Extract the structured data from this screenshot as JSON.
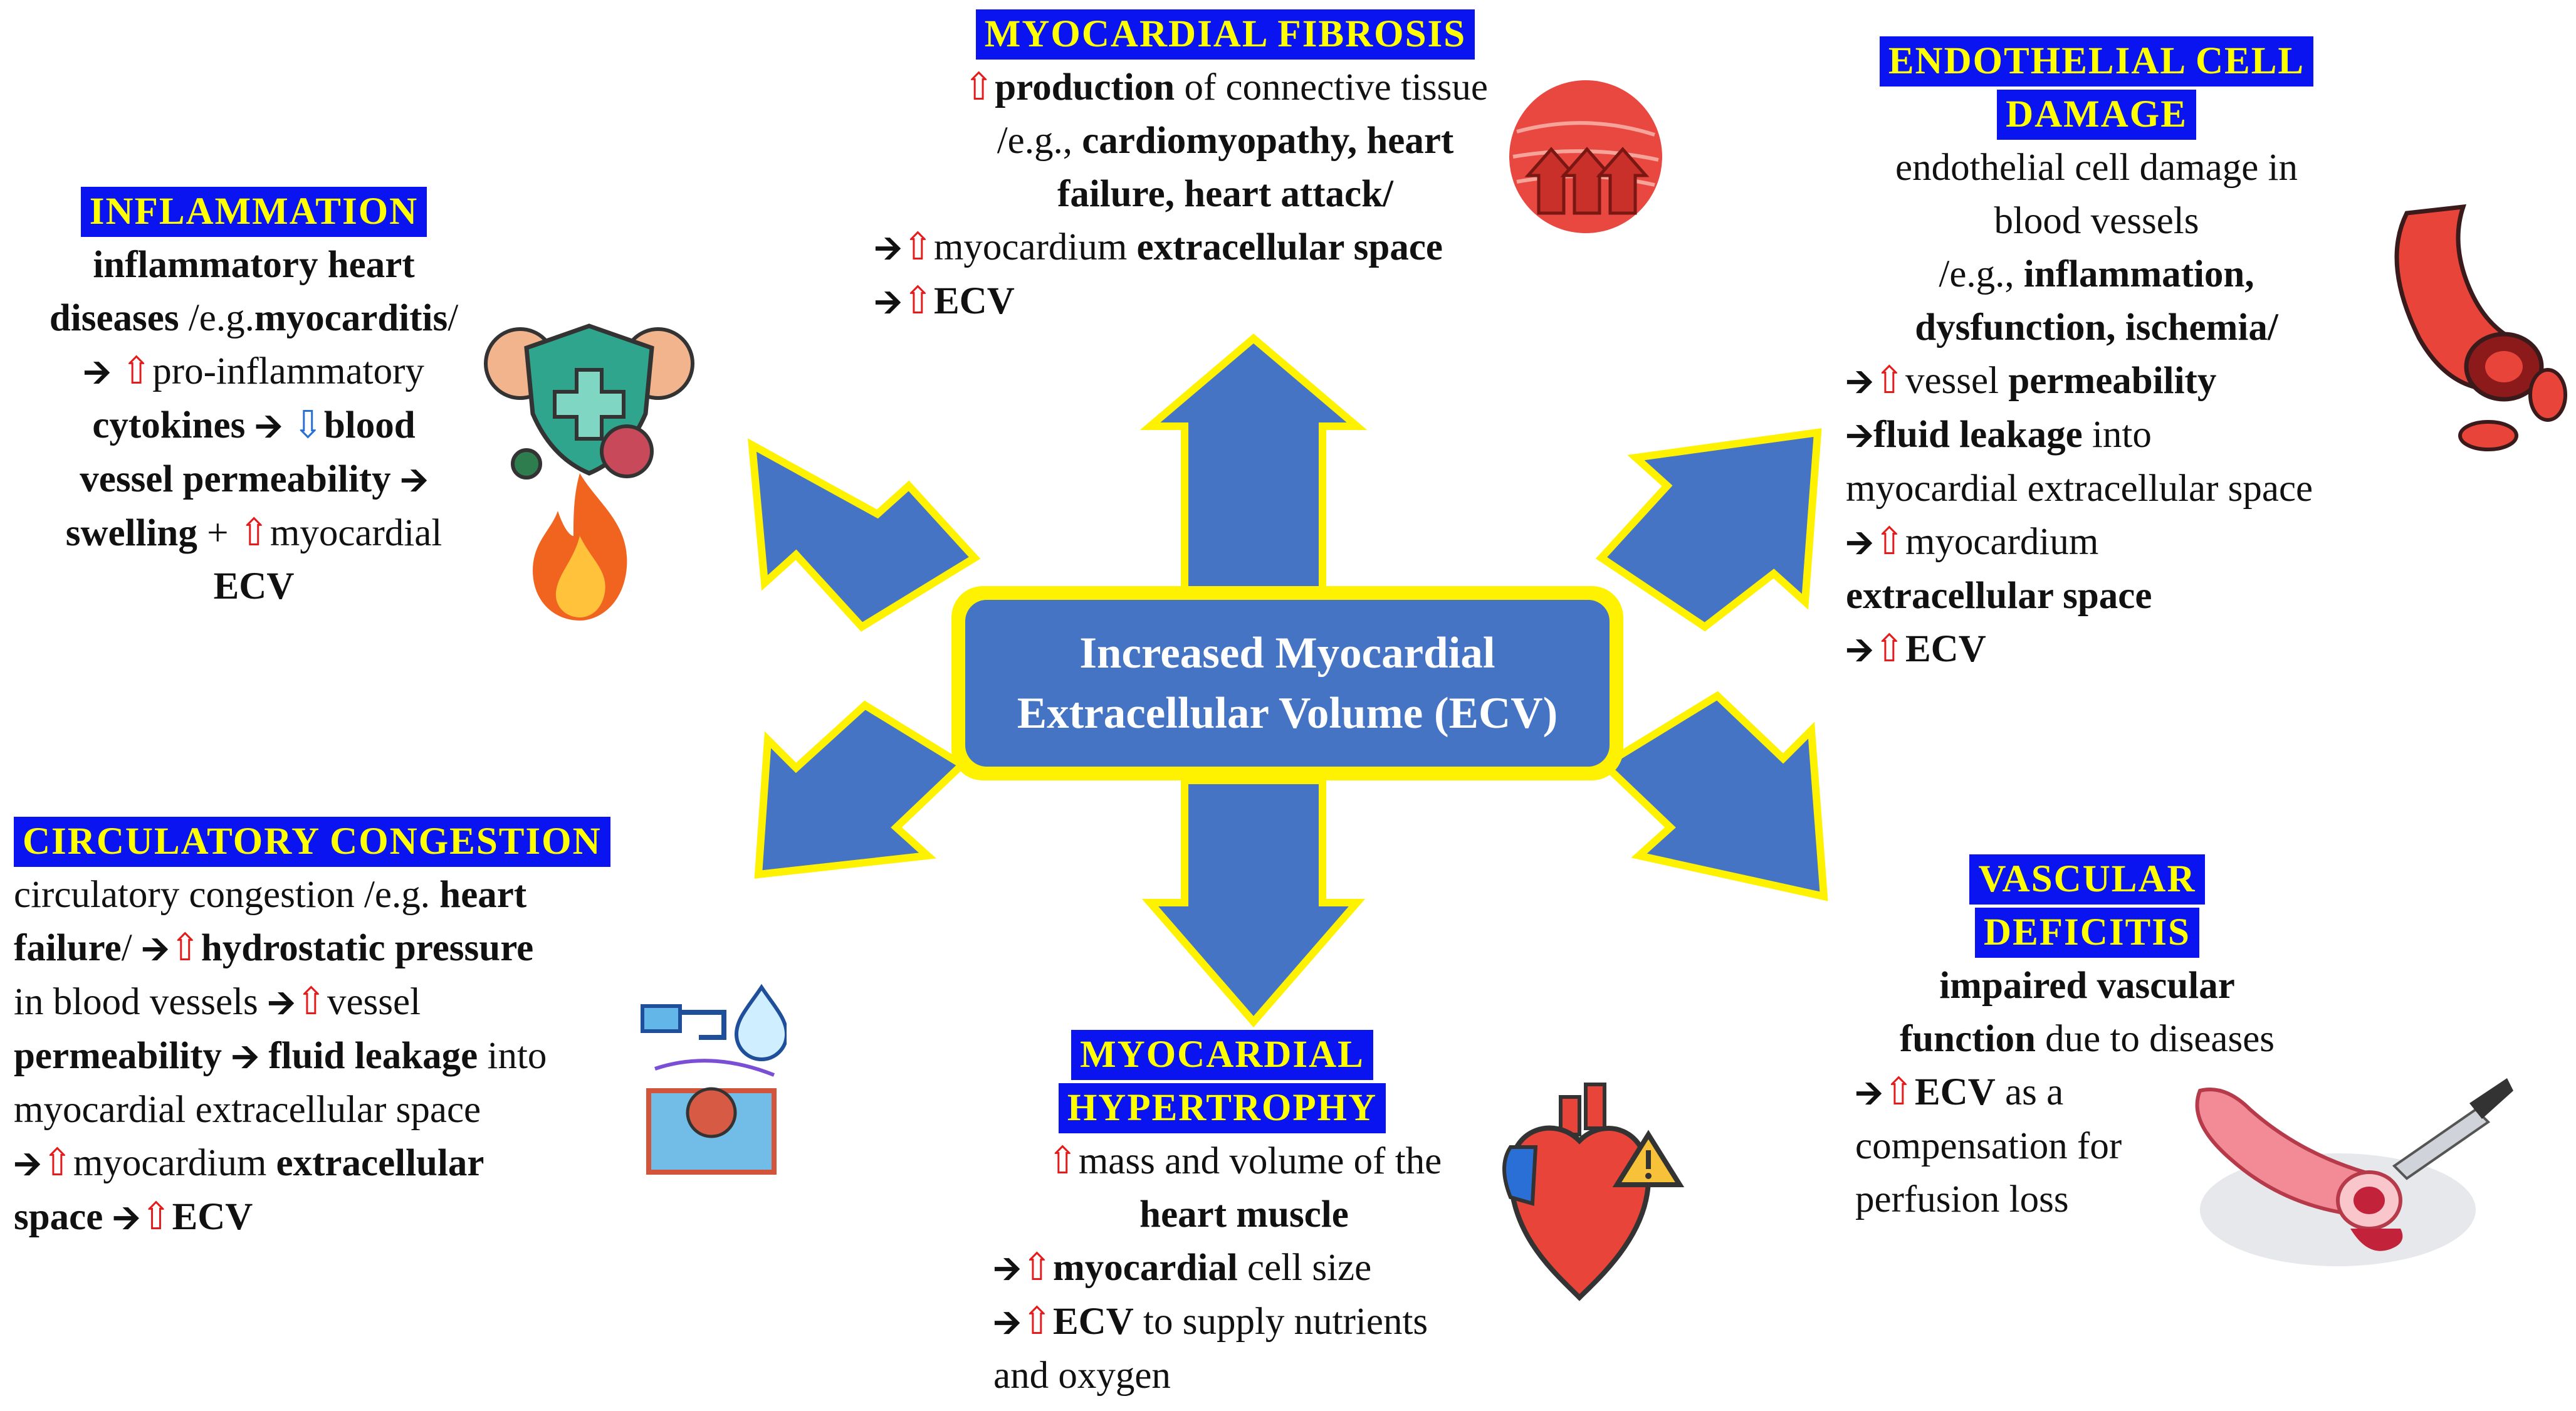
{
  "center": {
    "line1": "Increased Myocardial",
    "line2": "Extracellular Volume (ECV)"
  },
  "colors": {
    "arrow_fill": "#4674c4",
    "arrow_border": "#fff200",
    "title_bg": "#0a14f0",
    "title_text": "#ffff00",
    "up_arrow": "#e51a1a",
    "down_arrow": "#2a6fd6"
  },
  "symbols": {
    "arrow": "🡪",
    "up": "⇧",
    "down": "⇩"
  },
  "fibrosis": {
    "title": "MYOCARDIAL FIBROSIS",
    "l1a": "production",
    "l1b": " of connective tissue",
    "l2a": "/e.g., ",
    "l2b": "cardiomyopathy, heart",
    "l3": "failure, heart attack/",
    "l4a": "myocardium ",
    "l4b": "extracellular space",
    "l5": "ECV"
  },
  "inflammation": {
    "title": "INFLAMMATION",
    "l1": "inflammatory heart",
    "l2a": "diseases",
    "l2b": " /e.g.",
    "l2c": "myocarditis",
    "l2d": "/",
    "l3": "pro-inflammatory",
    "l4a": "cytokines",
    "l4b": "blood",
    "l5": "vessel permeability",
    "l6a": "swelling",
    "l6b": " + ",
    "l6c": "myocardial",
    "l7": "ECV"
  },
  "endothelial": {
    "title1": "ENDOTHELIAL CELL",
    "title2": "DAMAGE",
    "l1": "endothelial cell damage in",
    "l2": "blood vessels",
    "l3a": "/e.g., ",
    "l3b": "inflammation,",
    "l4": "dysfunction, ischemia/",
    "l5a": "vessel ",
    "l5b": "permeability",
    "l6a": "fluid leakage",
    "l6b": " into",
    "l7": "myocardial extracellular space",
    "l8": "myocardium",
    "l9": "extracellular space",
    "l10": "ECV"
  },
  "congestion": {
    "title": "CIRCULATORY CONGESTION",
    "l1a": "circulatory congestion /e.g. ",
    "l1b": "heart",
    "l2a": "failure",
    "l2b": "/ ",
    "l2c": "hydrostatic pressure",
    "l3a": "in blood vessels ",
    "l3b": "vessel",
    "l4a": "permeability",
    "l4b": "fluid leakage",
    "l4c": " into",
    "l5": "myocardial extracellular space",
    "l6a": "myocardium ",
    "l6b": "extracellular",
    "l7a": "space",
    "l7b": "ECV"
  },
  "hypertrophy": {
    "title1": "MYOCARDIAL",
    "title2": "HYPERTROPHY",
    "l1": "mass and volume of the",
    "l2": "heart muscle",
    "l3a": "myocardial",
    "l3b": " cell size",
    "l4a": "ECV",
    "l4b": " to supply nutrients",
    "l5": "and oxygen"
  },
  "vascular": {
    "title1": "VASCULAR",
    "title2": "DEFICITIS",
    "l1": "impaired vascular",
    "l2a": "function",
    "l2b": " due to diseases",
    "l3a": "ECV",
    "l3b": " as a",
    "l4": "compensation for",
    "l5": "perfusion loss"
  },
  "icons": [
    "muscle-fiber-icon",
    "superhero-shield-virus-icon",
    "fire-icon",
    "blood-vessel-icon",
    "water-tap-cell-icon",
    "heart-warning-icon",
    "vessel-knife-icon"
  ]
}
